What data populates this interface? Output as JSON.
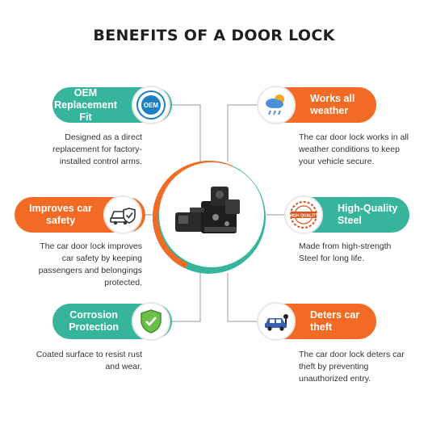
{
  "title": "BENEFITS OF A DOOR LOCK",
  "benefits": [
    {
      "title_line1": "OEM",
      "title_line2": "Replacement Fit",
      "icon": "oem-badge-icon",
      "color": "#37b59c",
      "description": [
        "Designed as a direct",
        "replacement for factory-",
        "installed control arms."
      ]
    },
    {
      "title_line1": "Works all",
      "title_line2": "weather",
      "icon": "weather-icon",
      "color": "#f26a24",
      "description": [
        "The car door lock works in all",
        "weather conditions to keep",
        "your vehicle secure."
      ]
    },
    {
      "title_line1": "Improves car",
      "title_line2": "safety",
      "icon": "car-shield-icon",
      "color": "#f26a24",
      "description": [
        "The car door lock improves",
        "car safety by keeping",
        "passengers and belongings",
        "protected."
      ]
    },
    {
      "title_line1": "High-Quality",
      "title_line2": "Steel",
      "icon": "quality-stamp-icon",
      "color": "#37b59c",
      "description": [
        "Made from high-strength",
        "Steel for long life."
      ]
    },
    {
      "title_line1": "Corrosion",
      "title_line2": "Protection",
      "icon": "shield-check-icon",
      "color": "#37b59c",
      "description": [
        "Coated surface to resist rust",
        "and wear."
      ]
    },
    {
      "title_line1": "Deters car",
      "title_line2": "theft",
      "icon": "car-theft-icon",
      "color": "#f26a24",
      "description": [
        "The car door lock deters car",
        "theft by preventing",
        "unauthorized entry."
      ]
    }
  ],
  "badge_text": {
    "oem": "OEM",
    "quality": "HIGH QUALITY"
  },
  "colors": {
    "teal": "#37b59c",
    "orange": "#f26a24",
    "title": "#1f1f1f",
    "text": "#333333"
  }
}
